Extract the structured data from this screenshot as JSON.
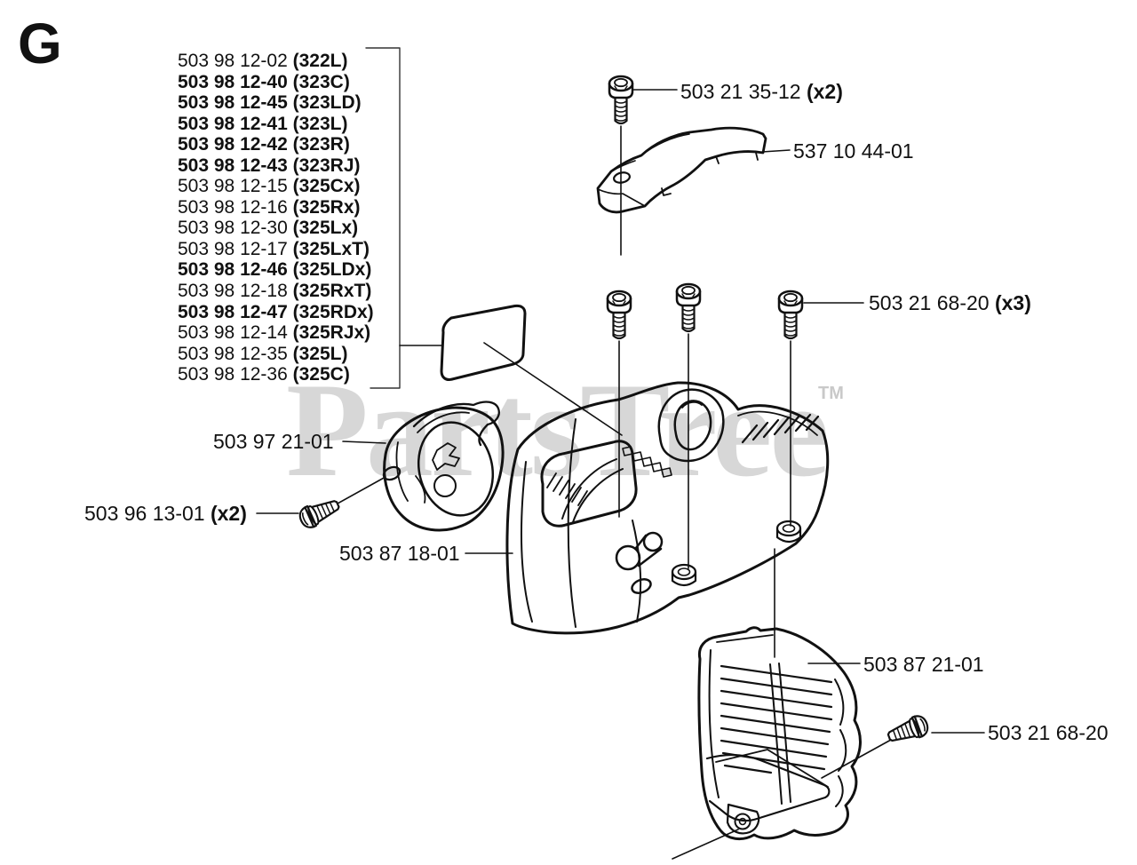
{
  "page": {
    "section_letter": "G"
  },
  "watermark": {
    "text": "PartsTree",
    "tm": "TM"
  },
  "parts_list": {
    "items": [
      {
        "number": "503 98 12-02",
        "model": "(322L)"
      },
      {
        "number": "503 98 12-40",
        "model": "(323C)"
      },
      {
        "number": "503 98 12-45",
        "model": "(323LD)"
      },
      {
        "number": "503 98 12-41",
        "model": "(323L)"
      },
      {
        "number": "503 98 12-42",
        "model": "(323R)"
      },
      {
        "number": "503 98 12-43",
        "model": "(323RJ)"
      },
      {
        "number": "503 98 12-15",
        "model": "(325Cx)"
      },
      {
        "number": "503 98 12-16",
        "model": "(325Rx)"
      },
      {
        "number": "503 98 12-30",
        "model": "(325Lx)"
      },
      {
        "number": "503 98 12-17",
        "model": "(325LxT)"
      },
      {
        "number": "503 98 12-46",
        "model": "(325LDx)"
      },
      {
        "number": "503 98 12-18",
        "model": "(325RxT)"
      },
      {
        "number": "503 98 12-47",
        "model": "(325RDx)"
      },
      {
        "number": "503 98 12-14",
        "model": "(325RJx)"
      },
      {
        "number": "503 98 12-35",
        "model": "(325L)"
      },
      {
        "number": "503 98 12-36",
        "model": "(325C)"
      }
    ]
  },
  "callouts": {
    "screw_top": {
      "number": "503 21 35-12",
      "qty": "(x2)"
    },
    "bracket": {
      "number": "537 10 44-01"
    },
    "cover_screws": {
      "number": "503 21 68-20",
      "qty": "(x3)"
    },
    "clamp": {
      "number": "503 97 21-01"
    },
    "clamp_screw": {
      "number": "503 96 13-01",
      "qty": "(x2)"
    },
    "cylinder_cover": {
      "number": "503 87 18-01"
    },
    "guard": {
      "number": "503 87 21-01"
    },
    "guard_screw": {
      "number": "503 21 68-20"
    }
  }
}
